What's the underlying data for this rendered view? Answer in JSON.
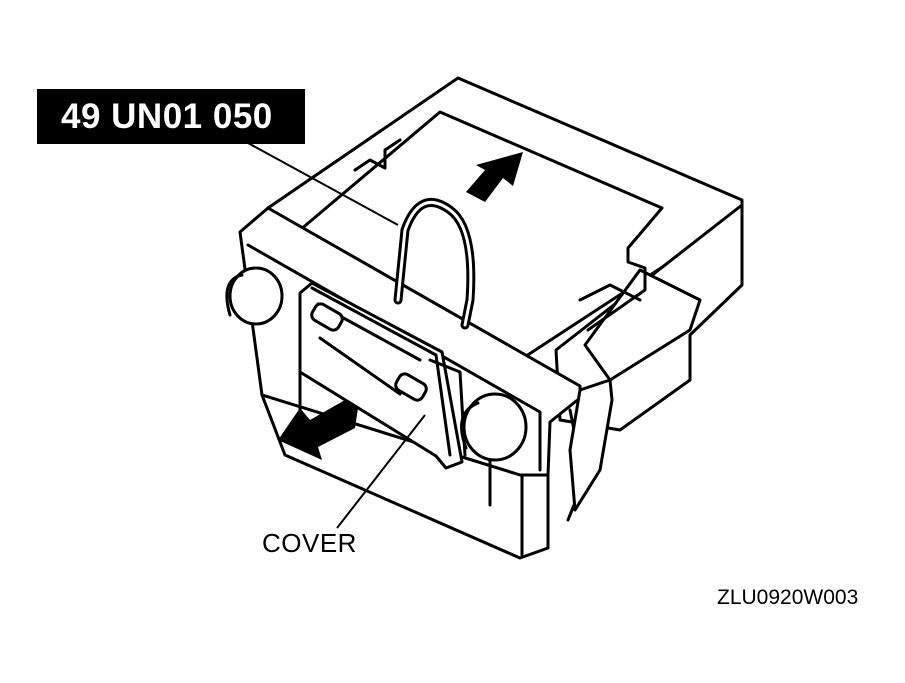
{
  "tool_number": "49 UN01 050",
  "part_label": "COVER",
  "figure_code": "ZLU0920W003"
}
